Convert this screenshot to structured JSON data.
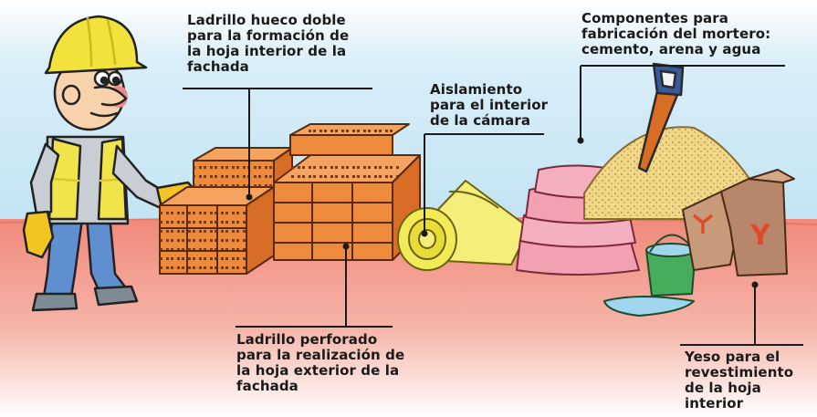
{
  "labels": {
    "inner_brick": "Ladrillo hueco doble\npara la formación de\nla hoja interior de la\nfachada",
    "outer_brick": "Ladrillo perforado\npara la realización de\nla hoja exterior de la\nfachada",
    "insulation": "Aislamiento\npara el interior\nde la cámara",
    "mortar": "Componentes para\nfabricación del mortero:\ncemento, arena y agua",
    "plaster": "Yeso para el\nrevestimiento\nde la hoja\ninterior"
  },
  "bag_mark": "Y",
  "colors": {
    "sky": "#bfe2f2",
    "ground": "#f08a7c",
    "brick": "#ee8a3c",
    "insulation": "#f3ea58",
    "cement_bag": "#f3a0b2",
    "sand": "#f1d889",
    "plaster_bag": "#b6876a",
    "helmet": "#f4e23c",
    "vest": "#f1e34a",
    "bucket": "#47ad5c",
    "water": "#9fd6ee"
  },
  "icons": [
    "worker-figure",
    "brick-stack-icon",
    "insulation-roll-icon",
    "cement-bag-icon",
    "sand-pile-icon",
    "shovel-icon",
    "bucket-icon",
    "plaster-bag-icon"
  ]
}
